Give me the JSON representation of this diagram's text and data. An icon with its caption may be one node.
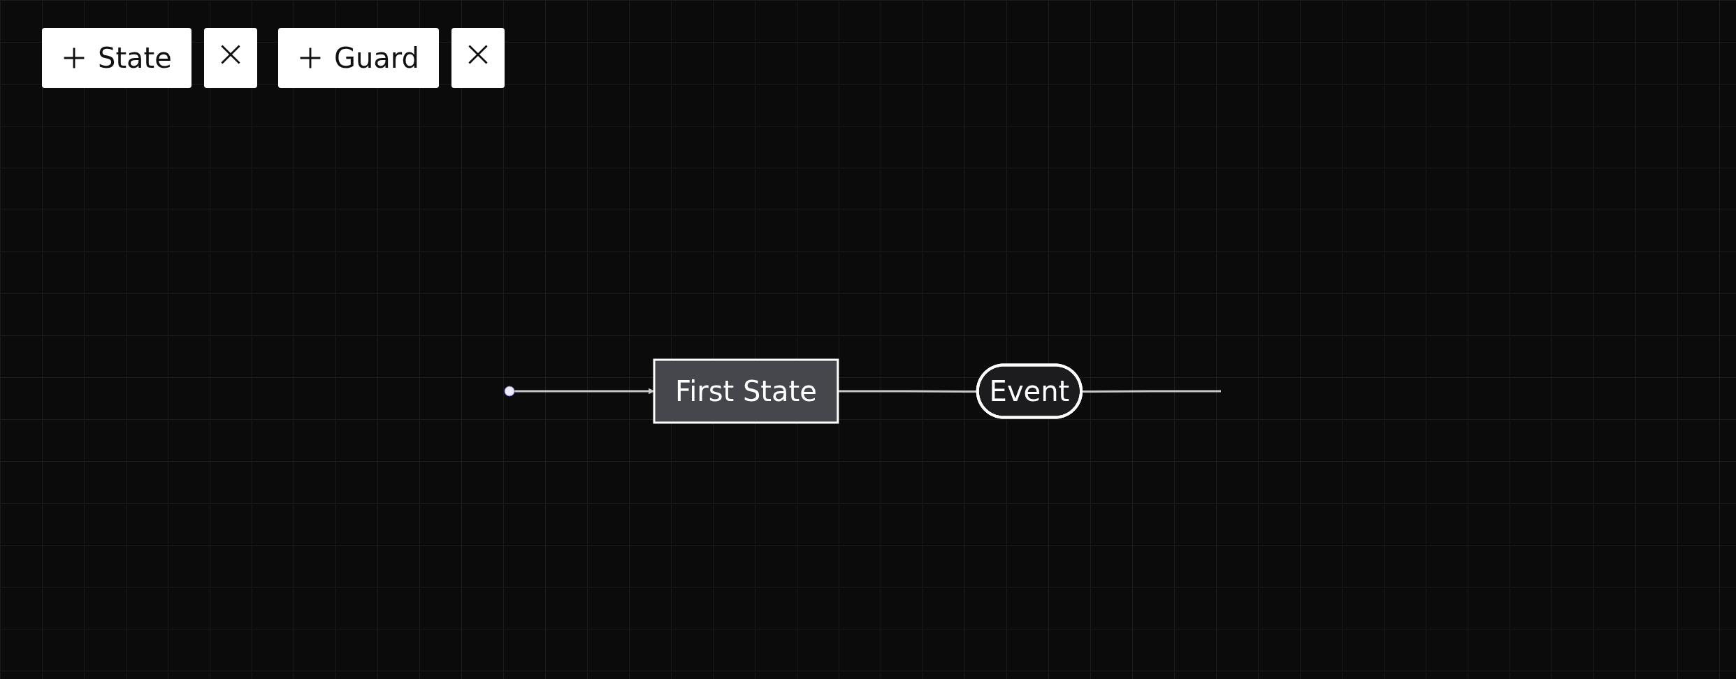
{
  "diagram": {
    "nodes": [
      {
        "text": [],
        "shape": "circle"
      },
      {
        "text": [
          "First State"
        ]
      },
      {
        "text": [
          "Event"
        ]
      }
    ],
    "edges": [
      {
        "from": 0,
        "to": 1,
        "arrow": "to"
      },
      {
        "from": 1,
        "to": 2,
        "arrow": "none"
      },
      {
        "from": 2,
        "to": null,
        "arrow": "none"
      }
    ],
    "labels": [
      "State",
      "Guard"
    ]
  }
}
